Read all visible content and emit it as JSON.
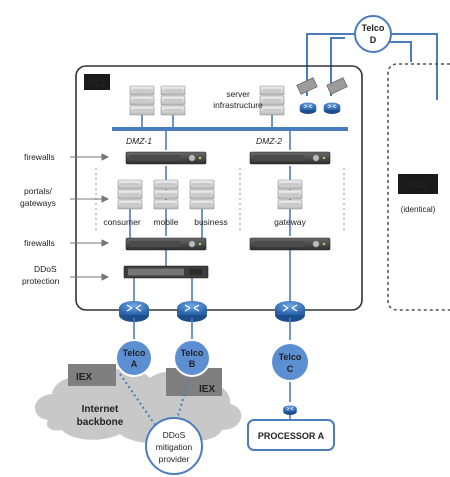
{
  "dc1": {
    "label": "DC1"
  },
  "dc2": {
    "label": "DC2",
    "sublabel": "(identical)"
  },
  "server_infrastructure": {
    "line1": "server",
    "line2": "infrastructure"
  },
  "dmz1": {
    "label": "DMZ-1"
  },
  "dmz2": {
    "label": "DMZ-2"
  },
  "left_labels": {
    "firewalls_top": "firewalls",
    "portals_line1": "portals/",
    "portals_line2": "gateways",
    "firewalls_bottom": "firewalls",
    "ddos_line1": "DDoS",
    "ddos_line2": "protection"
  },
  "servers": {
    "consumer": "consumer",
    "mobile": "mobile",
    "business": "business",
    "gateway": "gateway"
  },
  "telcos": {
    "a": {
      "line1": "Telco",
      "line2": "A"
    },
    "b": {
      "line1": "Telco",
      "line2": "B"
    },
    "c": {
      "line1": "Telco",
      "line2": "C"
    },
    "d": {
      "line1": "Telco",
      "line2": "D"
    }
  },
  "iex": {
    "left": "IEX",
    "right": "IEX"
  },
  "internet": {
    "line1": "Internet",
    "line2": "backbone"
  },
  "ddos_provider": {
    "line1": "DDoS",
    "line2": "mitigation",
    "line3": "provider"
  },
  "processor": {
    "label": "PROCESSOR A"
  },
  "colors": {
    "link_blue": "#4a7cbf",
    "telco_fill": "#5b8fd1",
    "telco_text": "#ffffff",
    "iex_fill": "#7f7f7f",
    "cloud_fill": "#c8c8c8",
    "router_fill": "#2f6db5",
    "dc_border": "#333333",
    "dark_label": "#1a1a1a"
  }
}
